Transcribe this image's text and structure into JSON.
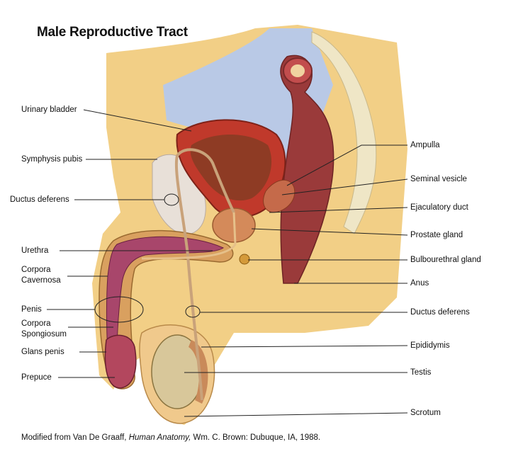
{
  "title": "Male Reproductive Tract",
  "labels_left": {
    "urinary_bladder": "Urinary bladder",
    "symphysis_pubis": "Symphysis pubis",
    "ductus_deferens": "Ductus deferens",
    "urethra": "Urethra",
    "corpora_cavernosa_1": "Corpora",
    "corpora_cavernosa_2": "Cavernosa",
    "penis": "Penis",
    "corpora_spongiosum_1": "Corpora",
    "corpora_spongiosum_2": "Spongiosum",
    "glans_penis": "Glans penis",
    "prepuce": "Prepuce"
  },
  "labels_right": {
    "ampulla": "Ampulla",
    "seminal_vesicle": "Seminal vesicle",
    "ejaculatory_duct": "Ejaculatory duct",
    "prostate_gland": "Prostate gland",
    "bulbourethral_gland": "Bulbourethral gland",
    "anus": "Anus",
    "ductus_deferens": "Ductus deferens",
    "epididymis": "Epididymis",
    "testis": "Testis",
    "scrotum": "Scrotum"
  },
  "credit": {
    "prefix": "Modified from Van De Graaff, ",
    "book": "Human Anatomy,",
    "suffix": " Wm. C. Brown: Dubuque, IA, 1988."
  },
  "colors": {
    "skin": "#f2cf86",
    "fat": "#f7e1a6",
    "bladder": "#c0392b",
    "bladder_inner": "#8e3b24",
    "penis_tissue": "#a8466b",
    "rectum": "#9a3a3a",
    "bone": "#e8e0d8",
    "blue_region": "#b9c9e6",
    "testis": "#d8c79a",
    "duct": "#c9a27a"
  }
}
